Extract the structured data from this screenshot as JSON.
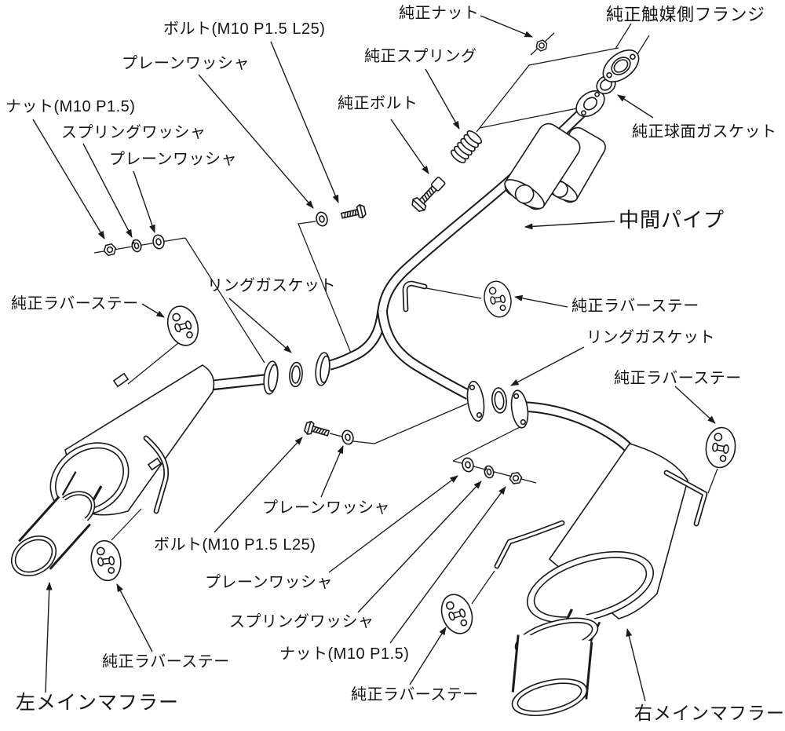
{
  "diagram": {
    "type": "exploded-parts-diagram",
    "colors": {
      "line": "#1a1a1a",
      "background": "#ffffff"
    }
  },
  "labels": {
    "bolt_top": "ボルト(M10 P1.5 L25)",
    "plain_washer_top": "プレーンワッシャ",
    "nut_top": "ナット(M10 P1.5)",
    "spring_washer_top": "スプリングワッシャ",
    "plain_washer_top2": "プレーンワッシャ",
    "oem_nut": "純正ナット",
    "oem_cat_flange": "純正触媒側フランジ",
    "oem_spring": "純正スプリング",
    "oem_bolt": "純正ボルト",
    "oem_spherical_gasket": "純正球面ガスケット",
    "mid_pipe": "中間パイプ",
    "ring_gasket_left": "リングガスケット",
    "oem_rubber_stay_left": "純正ラバーステー",
    "oem_rubber_stay_mid": "純正ラバーステー",
    "ring_gasket_right": "リングガスケット",
    "oem_rubber_stay_right": "純正ラバーステー",
    "plain_washer_mid": "プレーンワッシャ",
    "bolt_bottom": "ボルト(M10 P1.5 L25)",
    "plain_washer_bottom": "プレーンワッシャ",
    "spring_washer_bottom": "スプリングワッシャ",
    "nut_bottom": "ナット(M10 P1.5)",
    "oem_rubber_stay_bottom_left": "純正ラバーステー",
    "left_main_muffler": "左メインマフラー",
    "oem_rubber_stay_bottom_mid": "純正ラバーステー",
    "right_main_muffler": "右メインマフラー"
  }
}
